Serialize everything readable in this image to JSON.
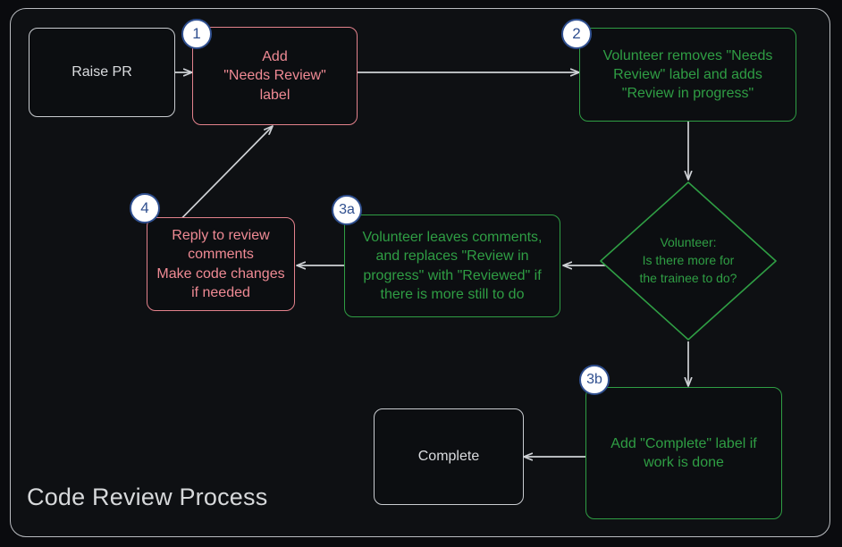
{
  "diagram": {
    "title": "Code Review Process",
    "type": "flowchart",
    "colors": {
      "page_background": "#0a0b0e",
      "frame_background": "#0e1013",
      "frame_border": "#b9bcc0",
      "neutral_node": "#c9ccd0",
      "red_node": "#ef8a94",
      "green_node": "#2f9e44",
      "badge_fill": "#ffffff",
      "badge_stroke": "#2f4f8f",
      "edge": "#cfd2d6"
    },
    "nodes": [
      {
        "id": "raise-pr",
        "label": "Raise PR",
        "shape": "rounded-rect",
        "style": "neutral",
        "badge": null
      },
      {
        "id": "add-needs-review",
        "label": "Add\n\"Needs Review\"\nlabel",
        "shape": "rounded-rect",
        "style": "red",
        "badge": "1"
      },
      {
        "id": "volunteer-removes",
        "label": "Volunteer removes \"Needs\nReview\" label and adds\n\"Review in progress\"",
        "shape": "rounded-rect",
        "style": "green",
        "badge": "2"
      },
      {
        "id": "volunteer-decision",
        "label": "Volunteer:\nIs there more for\nthe trainee to do?",
        "shape": "diamond",
        "style": "green",
        "badge": null
      },
      {
        "id": "volunteer-leaves-comments",
        "label": "Volunteer leaves comments,\nand replaces \"Review in\nprogress\" with \"Reviewed\" if\nthere is more still to do",
        "shape": "rounded-rect",
        "style": "green",
        "badge": "3a"
      },
      {
        "id": "reply-to-review",
        "label": "Reply to review\ncomments\nMake code changes\nif needed",
        "shape": "rounded-rect",
        "style": "red",
        "badge": "4"
      },
      {
        "id": "add-complete-label",
        "label": "Add \"Complete\" label if\nwork is done",
        "shape": "rounded-rect",
        "style": "green",
        "badge": "3b"
      },
      {
        "id": "complete",
        "label": "Complete",
        "shape": "rounded-rect",
        "style": "neutral",
        "badge": null
      }
    ],
    "edges": [
      {
        "from": "raise-pr",
        "to": "add-needs-review",
        "label": ""
      },
      {
        "from": "add-needs-review",
        "to": "volunteer-removes",
        "label": ""
      },
      {
        "from": "volunteer-removes",
        "to": "volunteer-decision",
        "label": ""
      },
      {
        "from": "volunteer-decision",
        "to": "volunteer-leaves-comments",
        "label": ""
      },
      {
        "from": "volunteer-leaves-comments",
        "to": "reply-to-review",
        "label": ""
      },
      {
        "from": "reply-to-review",
        "to": "add-needs-review",
        "label": ""
      },
      {
        "from": "volunteer-decision",
        "to": "add-complete-label",
        "label": ""
      },
      {
        "from": "add-complete-label",
        "to": "complete",
        "label": ""
      }
    ]
  }
}
